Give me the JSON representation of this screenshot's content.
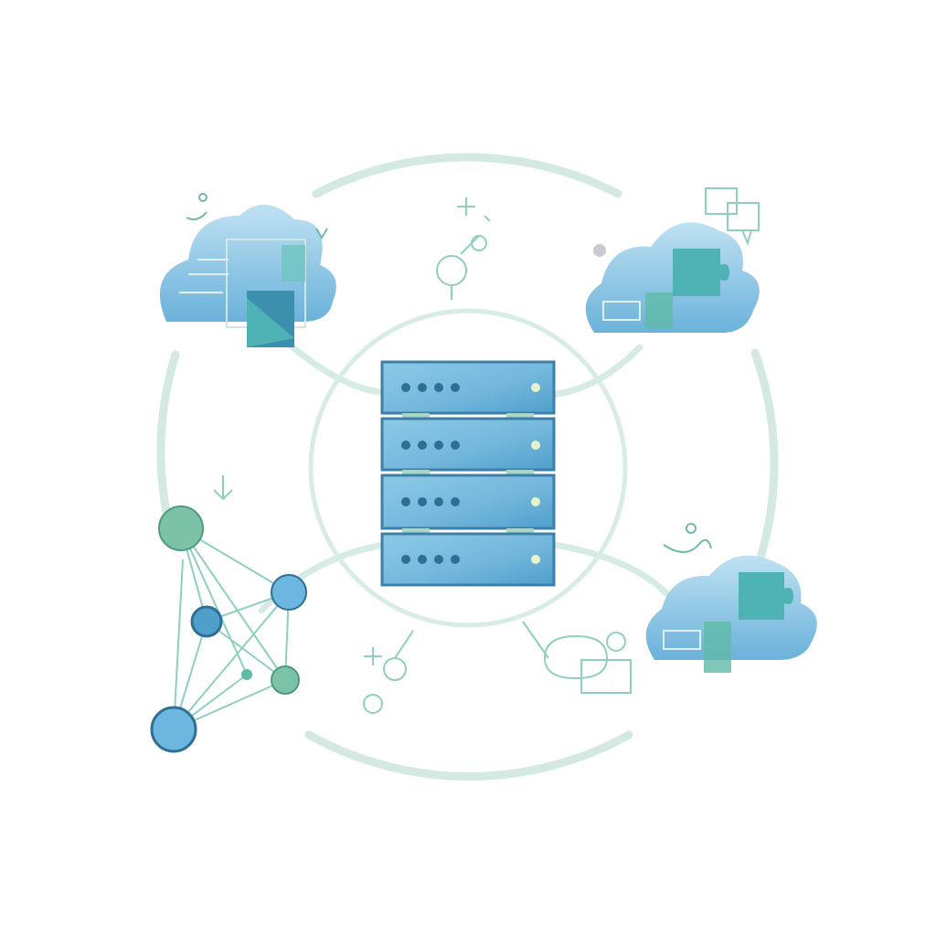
{
  "diagram": {
    "kind": "server-cloud-network illustration",
    "server": {
      "units": 4,
      "leds_per_unit": 4
    },
    "clouds": [
      {
        "id": "cloud-top-left",
        "icon": "document-image-icon"
      },
      {
        "id": "cloud-top-right",
        "icon": "puzzle-icon"
      },
      {
        "id": "cloud-bottom-right",
        "icon": "puzzle-icon"
      }
    ],
    "network_graph": {
      "nodes": 6
    },
    "colors": {
      "ring": "#cfe6df",
      "server_face": "#7fc1e1",
      "server_dark": "#4a93bf",
      "server_led": "#2f6f95",
      "server_power": "#e9f3c9",
      "cloud_light": "#a9d6ee",
      "cloud_dark": "#5aa9d6",
      "teal": "#4fb3b5",
      "node_green": "#6fb59a",
      "node_blue": "#6cb6df",
      "line": "#8fcfc0"
    }
  }
}
